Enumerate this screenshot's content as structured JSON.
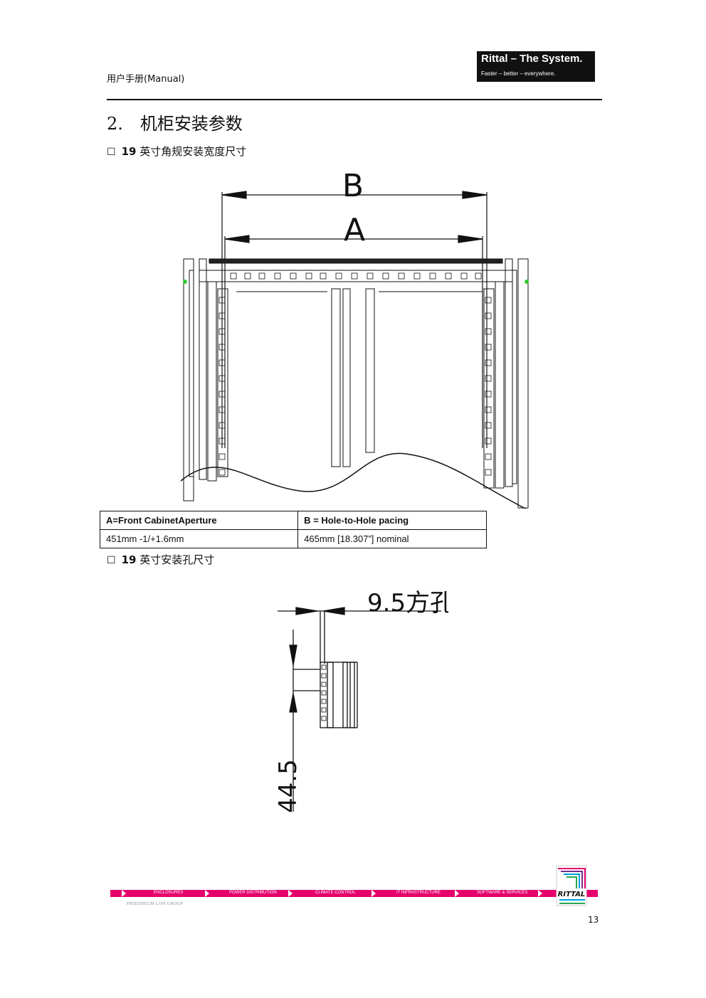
{
  "header": {
    "manual_title": "用户手册(Manual)",
    "logo_main": "Rittal – The System.",
    "logo_sub": "Faster – better – everywhere."
  },
  "section": {
    "number": "2.",
    "title": "机柜安装参数"
  },
  "subsection1": {
    "bullet": "☐",
    "number": "19",
    "title": "英寸角规安装宽度尺寸"
  },
  "diagram1": {
    "label_b": "B",
    "label_a": "A"
  },
  "table": {
    "headers": [
      "A=Front CabinetAperture",
      "B = Hole-to-Hole pacing"
    ],
    "values": [
      "451mm -1/+1.6mm",
      "465mm [18.307”] nominal"
    ]
  },
  "subsection2": {
    "bullet": "☐",
    "number": "19",
    "title": "英寸安装孔尺寸"
  },
  "diagram2": {
    "label_hole": "9.5方孔",
    "label_pitch": "44.5"
  },
  "footer": {
    "categories": [
      "ENCLOSURES",
      "POWER DISTRIBUTION",
      "CLIMATE CONTROL",
      "IT INFRASTRUCTURE",
      "SOFTWARE & SERVICES"
    ],
    "group": "FRIEDHELM LOH GROUP",
    "brand": "RITTAL",
    "page_number": "13",
    "brand_color": "#e5006d"
  }
}
